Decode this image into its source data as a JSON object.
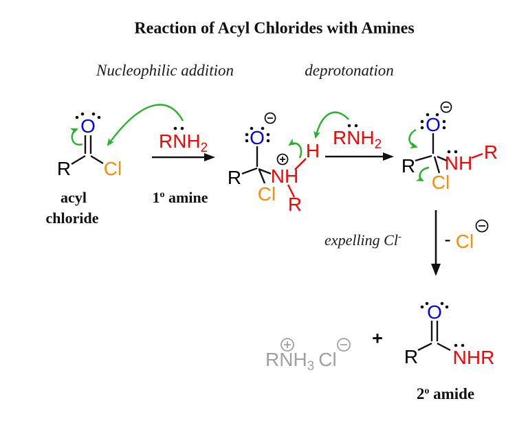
{
  "title": "Reaction of Acyl Chlorides with Amines",
  "steps": {
    "nucleophilic_addition": "Nucleophilic addition",
    "deprotonation": "deprotonation",
    "expelling_text": "expelling Cl",
    "expelling_sup": "-"
  },
  "colors": {
    "oxygen_blue": "#0000ff",
    "amine_red": "#ff0000",
    "chlorine_orange": "#ff8c00",
    "arrow_green": "#22b422",
    "salt_gray": "#a0a0a0"
  },
  "icons": {
    "positive_charge": "circled plus",
    "negative_charge": "circled minus",
    "lone_pair": "electron dot pair"
  },
  "acyl_chloride": {
    "r": "R",
    "o": "O",
    "cl": "Cl",
    "caption1": "acyl",
    "caption2": "chloride"
  },
  "amine1": {
    "formula": "RNH",
    "sub": "2",
    "caption_num": "1",
    "caption_sup": "o",
    "caption_rest": " amine"
  },
  "amine2": {
    "formula": "RNH",
    "sub": "2"
  },
  "intermediate": {
    "o": "O",
    "r": "R",
    "cl": "Cl",
    "nh": "NH",
    "h": "H",
    "r2": "R"
  },
  "alkoxide": {
    "o": "O",
    "r": "R",
    "nh": "NH",
    "r2": "R",
    "cl": "Cl"
  },
  "leaving": {
    "minus": "-",
    "cl": "Cl"
  },
  "salt": {
    "formula": "RNH",
    "sub": "3",
    "cl": "Cl"
  },
  "plus_sign": "+",
  "amide": {
    "r": "R",
    "o": "O",
    "nhr": "NHR",
    "caption_num": "2",
    "caption_sup": "o",
    "caption_rest": " amide"
  }
}
